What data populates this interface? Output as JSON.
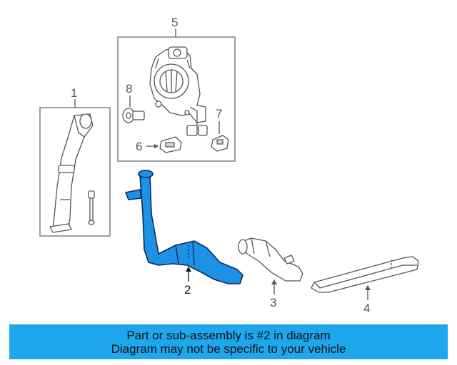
{
  "callouts": {
    "c1": "1",
    "c2": "2",
    "c3": "3",
    "c4": "4",
    "c5": "5",
    "c6": "6",
    "c7": "7",
    "c8": "8"
  },
  "banner": {
    "line1": "Part or sub-assembly is #2 in diagram",
    "line2": "Diagram may not be specific to your vehicle"
  },
  "colors": {
    "highlight": "#1e90e6",
    "banner": "#1ea7ec"
  }
}
